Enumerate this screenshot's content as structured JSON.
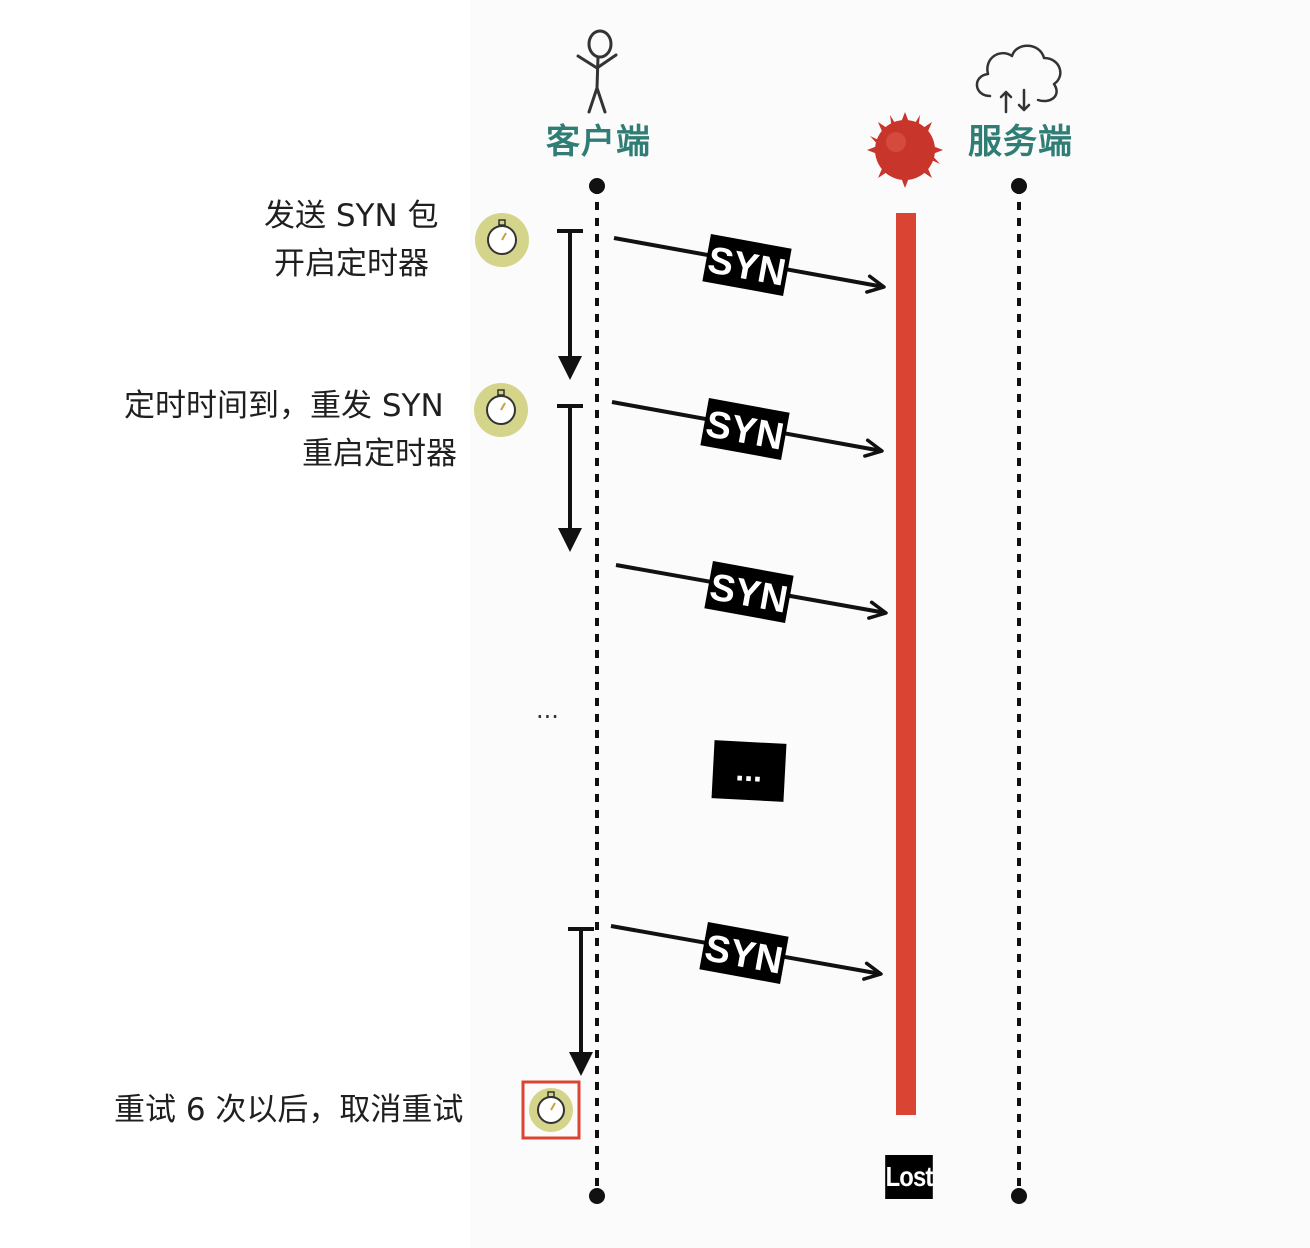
{
  "actors": {
    "client_label": "客户端",
    "server_label": "服务端"
  },
  "notes": {
    "first_send_line1": "发送 SYN 包",
    "first_send_line2": "开启定时器",
    "retransmit_line1": "定时时间到，重发 SYN",
    "retransmit_line2": "重启定时器",
    "giveup": "重试 6 次以后，取消重试",
    "ellipsis": "..."
  },
  "messages": [
    {
      "label": "SYN"
    },
    {
      "label": "SYN"
    },
    {
      "label": "SYN"
    },
    {
      "label": "..."
    },
    {
      "label": "SYN"
    }
  ],
  "lost_label": "Lost",
  "colors": {
    "actor_label": "#2f7d74",
    "lost_bar": "#d94532",
    "timer_bg": "#d4d48a",
    "highlight_box": "#d94532"
  },
  "icons": {
    "client": "stick-figure-icon",
    "server": "cloud-icon",
    "obstacle": "red-splat-icon",
    "timer": "stopwatch-icon"
  }
}
